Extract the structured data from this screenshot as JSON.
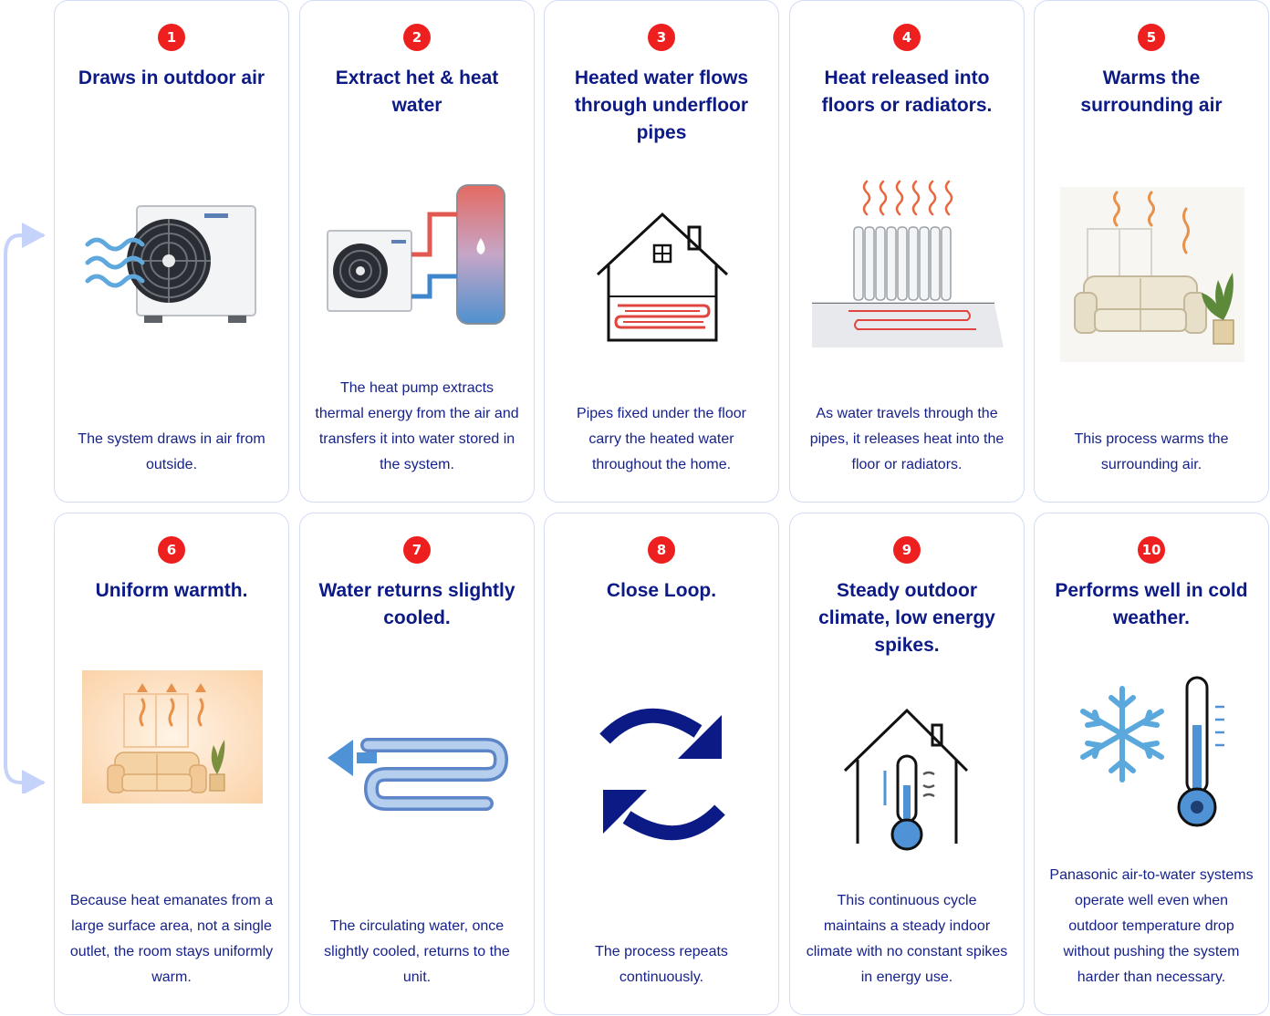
{
  "colors": {
    "title": "#0c1a86",
    "body": "#16228a",
    "badge": "#ee1f1f",
    "border": "#d3dcf7",
    "loop_arrow": "#c5d2fa",
    "navy": "#0c1a86"
  },
  "steps": [
    {
      "number": "1",
      "title": "Draws in outdoor air",
      "description": "The system draws in air from outside.",
      "icon": "outdoor-unit-airflow-icon"
    },
    {
      "number": "2",
      "title": "Extract het & heat water",
      "description": "The heat pump extracts thermal energy from the air and transfers it into water stored in the system.",
      "icon": "heat-pump-water-tank-icon"
    },
    {
      "number": "3",
      "title": "Heated water flows through underfloor pipes",
      "description": "Pipes fixed under the floor carry the heated water throughout the home.",
      "icon": "house-underfloor-pipes-icon"
    },
    {
      "number": "4",
      "title": "Heat released into floors or radiators.",
      "description": "As water travels through the pipes, it releases heat into the floor or radiators.",
      "icon": "radiator-heat-icon"
    },
    {
      "number": "5",
      "title": "Warms the surrounding air",
      "description": "This process warms the surrounding air.",
      "icon": "warm-living-room-icon"
    },
    {
      "number": "6",
      "title": "Uniform warmth.",
      "description": "Because heat emanates from a large surface area, not a single outlet, the room stays uniformly warm.",
      "icon": "uniform-warm-room-icon"
    },
    {
      "number": "7",
      "title": "Water returns slightly cooled.",
      "description": "The circulating water, once slightly cooled, returns to the unit.",
      "icon": "cooled-return-pipe-icon"
    },
    {
      "number": "8",
      "title": "Close Loop.",
      "description": "The process repeats continuously.",
      "icon": "refresh-loop-icon"
    },
    {
      "number": "9",
      "title": "Steady outdoor climate, low energy spikes.",
      "description": "This continuous cycle maintains a steady indoor climate with no constant spikes in energy use.",
      "icon": "house-thermometer-icon"
    },
    {
      "number": "10",
      "title": "Performs well in cold weather.",
      "description": "Panasonic air-to-water systems operate well even when outdoor temperature drop without pushing the system harder than necessary.",
      "icon": "snowflake-thermometer-icon"
    }
  ]
}
